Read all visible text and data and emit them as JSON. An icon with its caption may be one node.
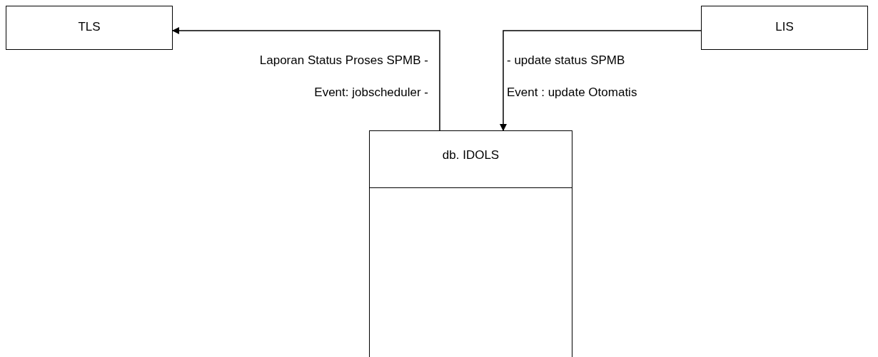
{
  "diagram": {
    "nodes": [
      {
        "text": [
          "TLS"
        ]
      },
      {
        "text": [
          "LIS"
        ]
      },
      {
        "text": [
          "db. IDOLS"
        ]
      }
    ],
    "edges": [
      {
        "from": 2,
        "to": 0,
        "arrow": "to"
      },
      {
        "from": 1,
        "to": 2,
        "arrow": "to"
      }
    ],
    "labels": [
      "Laporan Status Proses SPMB -",
      "- update status SPMB",
      "Event: jobscheduler -",
      "Event : update Otomatis"
    ]
  }
}
